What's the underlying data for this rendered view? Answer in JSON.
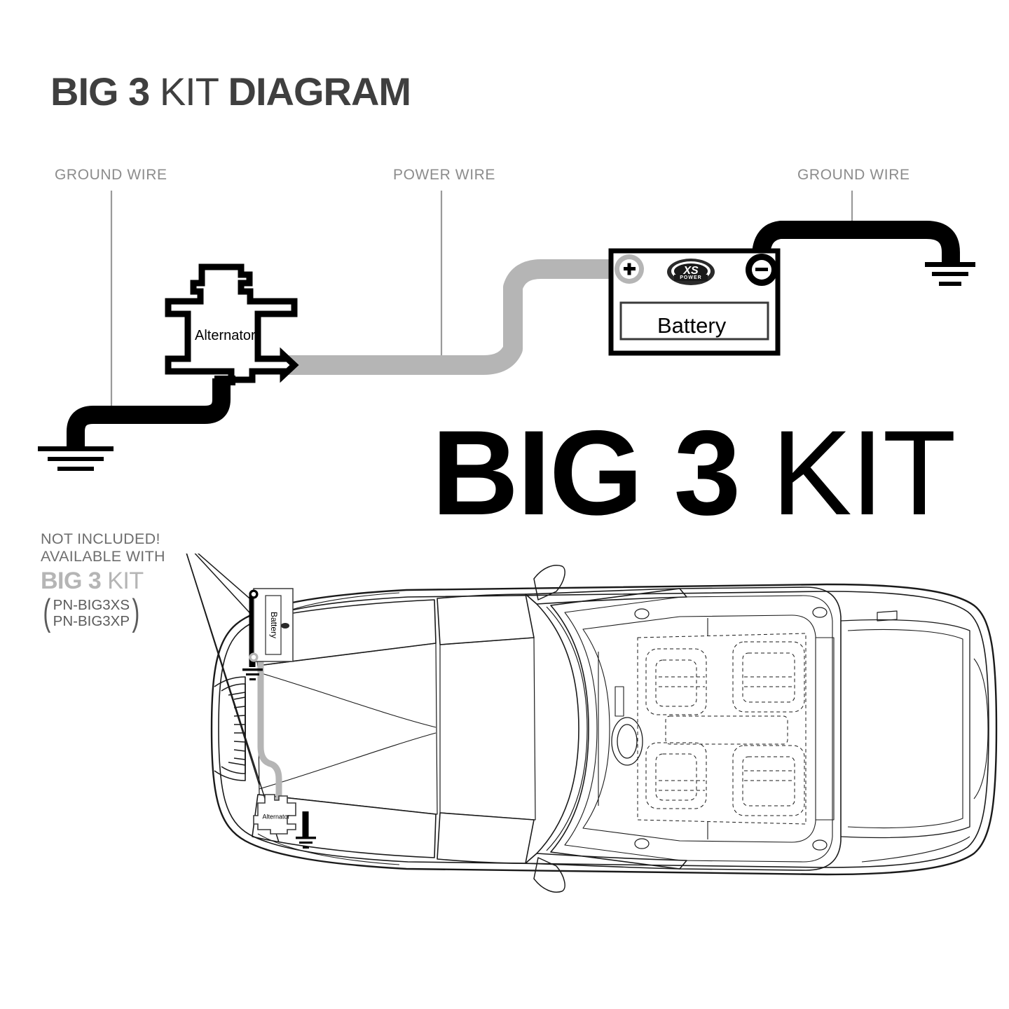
{
  "title": {
    "bold_1": "BIG 3",
    "light": " KIT ",
    "bold_2": "DIAGRAM"
  },
  "headline": {
    "bold": "BIG 3",
    "light": " KIT"
  },
  "labels": {
    "ground_left": "GROUND WIRE",
    "power": "POWER WIRE",
    "ground_right": "GROUND WIRE"
  },
  "components": {
    "alternator": "Alternator",
    "battery": "Battery",
    "battery_brand": "XS POWER",
    "terminal_positive": "+",
    "terminal_negative": "−"
  },
  "notice": {
    "line1": "NOT INCLUDED!",
    "line2": "AVAILABLE WITH",
    "kit_bold": "BIG 3",
    "kit_light": " KIT",
    "part_numbers": [
      "PN-BIG3XS",
      "PN-BIG3XP"
    ],
    "paren_open": "(",
    "paren_close": ")"
  },
  "inset": {
    "battery": "Battery",
    "alternator": "Alternator"
  },
  "colors": {
    "power_wire": "#b5b5b5",
    "ground_wire": "#000000",
    "label_text": "#8c8c8c",
    "title_text": "#3f3f3f",
    "notice_text": "#6e6e6e",
    "notice_kit": "#b5b5b5",
    "car_outline": "#1a1a1a"
  }
}
